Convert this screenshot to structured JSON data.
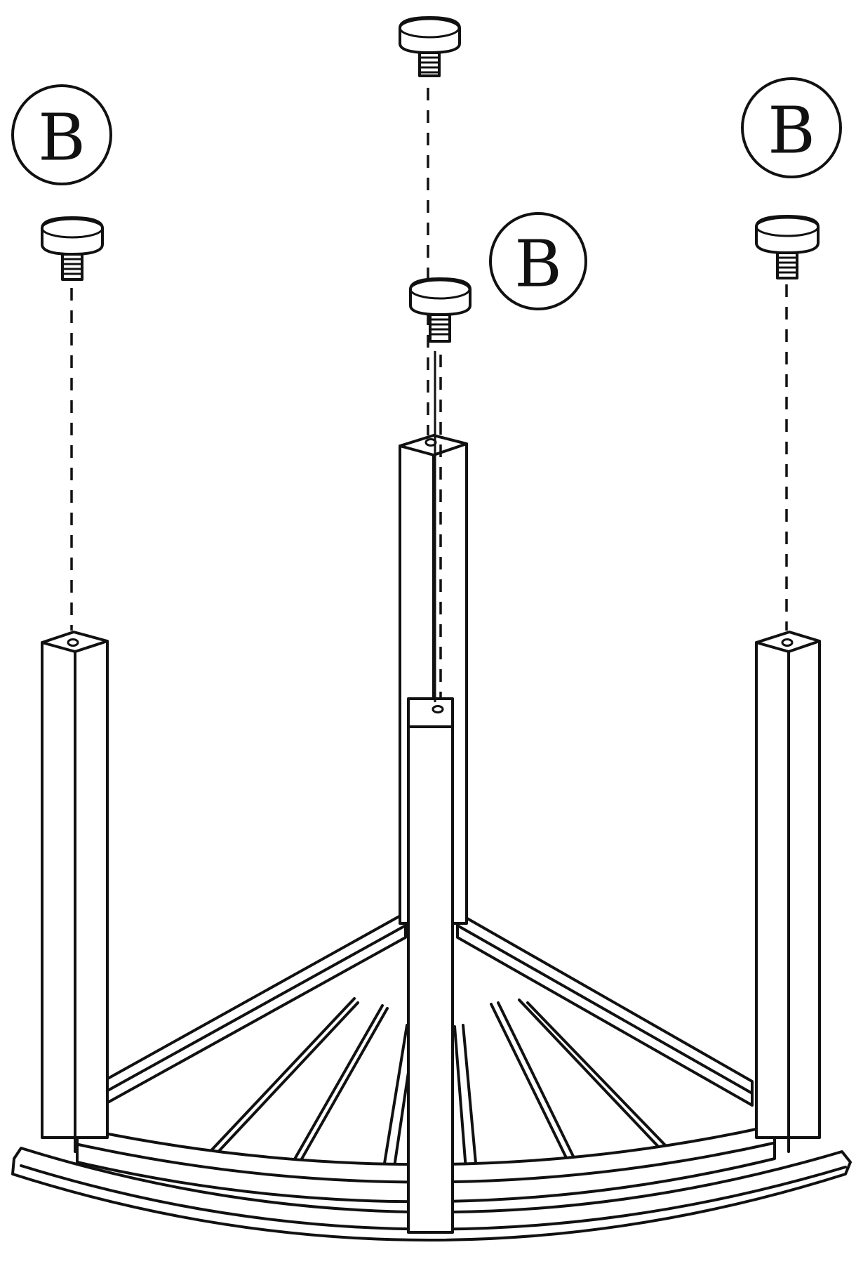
{
  "callouts": {
    "left": "B",
    "center": "B",
    "right": "B"
  },
  "colors": {
    "ink": "#111111",
    "paper": "#ffffff"
  }
}
